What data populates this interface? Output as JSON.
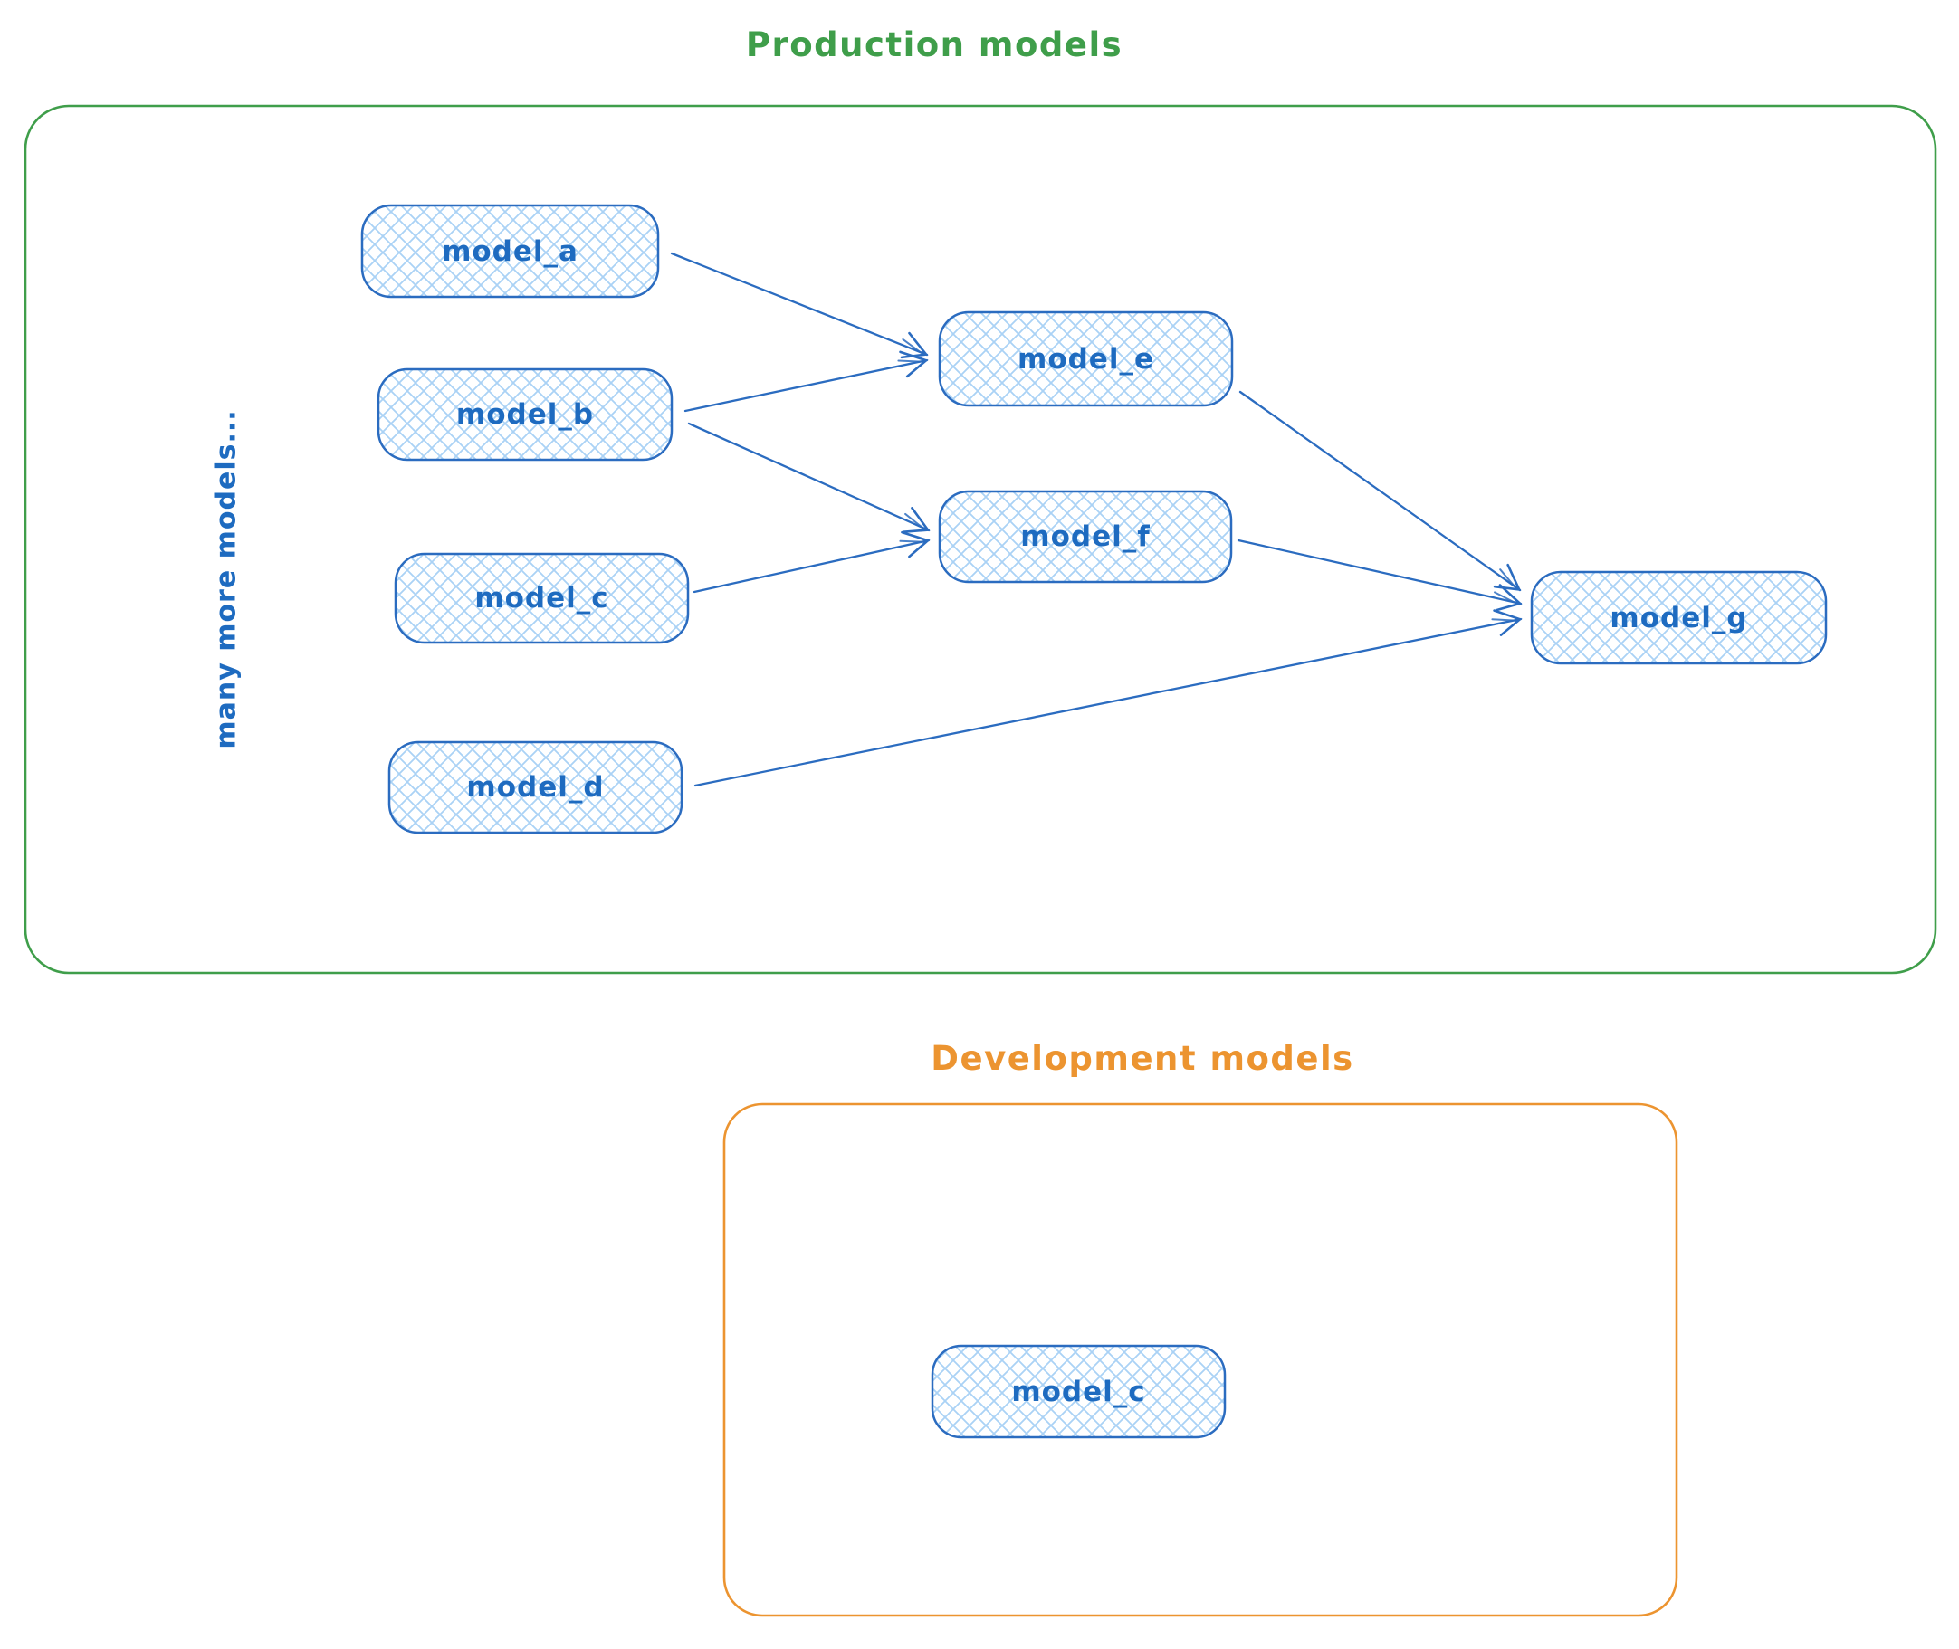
{
  "colors": {
    "node_stroke": "#2b6cc0",
    "node_fill_hatch": "#aad2f5",
    "node_label": "#1e6bc0",
    "production_accent": "#3f9e4a",
    "development_accent": "#ec9430"
  },
  "production": {
    "title": "Production models",
    "side_note": "many more models...",
    "nodes": [
      {
        "id": "model_a",
        "label": "model_a"
      },
      {
        "id": "model_b",
        "label": "model_b"
      },
      {
        "id": "model_c",
        "label": "model_c"
      },
      {
        "id": "model_d",
        "label": "model_d"
      },
      {
        "id": "model_e",
        "label": "model_e"
      },
      {
        "id": "model_f",
        "label": "model_f"
      },
      {
        "id": "model_g",
        "label": "model_g"
      }
    ],
    "edges": [
      {
        "from": "model_a",
        "to": "model_e"
      },
      {
        "from": "model_b",
        "to": "model_e"
      },
      {
        "from": "model_b",
        "to": "model_f"
      },
      {
        "from": "model_c",
        "to": "model_f"
      },
      {
        "from": "model_d",
        "to": "model_g"
      },
      {
        "from": "model_e",
        "to": "model_g"
      },
      {
        "from": "model_f",
        "to": "model_g"
      }
    ]
  },
  "development": {
    "title": "Development models",
    "nodes": [
      {
        "id": "model_c_dev",
        "label": "model_c"
      }
    ]
  }
}
